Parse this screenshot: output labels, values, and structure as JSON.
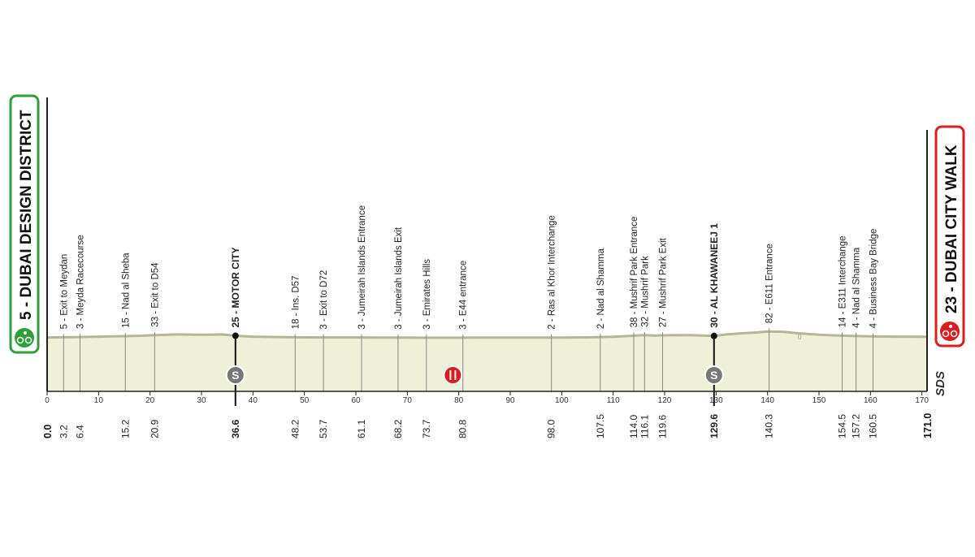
{
  "chart_data": {
    "type": "area",
    "title": "",
    "xlabel": "",
    "ylabel": "",
    "xlim": [
      0,
      171
    ],
    "x_ticks": [
      0,
      10,
      20,
      30,
      40,
      50,
      60,
      70,
      80,
      90,
      100,
      110,
      120,
      130,
      140,
      150,
      160,
      170
    ],
    "grid": true,
    "start": {
      "label": "5 - DUBAI DESIGN DISTRICT",
      "km": "0.0",
      "color": "#2e9e3b"
    },
    "finish": {
      "label": "23 - DUBAI CITY WALK",
      "km": "171.0",
      "color": "#d81e1e"
    },
    "profile": {
      "x": [
        0,
        5,
        10,
        15,
        18,
        21,
        25,
        30,
        34,
        36.6,
        40,
        45,
        50,
        55,
        60,
        65,
        70,
        75,
        80,
        85,
        90,
        95,
        100,
        105,
        110,
        113,
        116,
        118,
        121,
        125,
        129.6,
        132,
        135,
        138,
        140,
        143,
        146,
        150,
        155,
        160,
        165,
        171
      ],
      "y": [
        1,
        1.3,
        1.8,
        2.2,
        2.6,
        3.2,
        3.8,
        3.5,
        3.8,
        2.6,
        1.8,
        1.4,
        1.1,
        1.0,
        1.0,
        0.9,
        0.9,
        0.8,
        0.8,
        0.9,
        0.9,
        0.9,
        0.9,
        1.1,
        1.6,
        2.4,
        3.2,
        2.8,
        3.0,
        3.2,
        2.4,
        3.8,
        4.8,
        5.6,
        6.5,
        6.2,
        4.8,
        3.5,
        2.6,
        2.0,
        1.8,
        1.6
      ]
    },
    "waypoints": [
      {
        "label": "5 - Exit to Meydan",
        "km": "3.2"
      },
      {
        "label": "3 - Meyda Racecourse",
        "km": "6.4"
      },
      {
        "label": "15 - Nad al Sheba",
        "km": "15.2"
      },
      {
        "label": "33 - Exit to D54",
        "km": "20.9"
      },
      {
        "label": "25 - MOTOR CITY",
        "km": "36.6",
        "major": true
      },
      {
        "label": "18 - Ins. D57",
        "km": "48.2"
      },
      {
        "label": "3 - Exit to D72",
        "km": "53.7"
      },
      {
        "label": "3 - Jumeirah Islands Entrance",
        "km": "61.1"
      },
      {
        "label": "3 - Jumeirah Islands Exit",
        "km": "68.2"
      },
      {
        "label": "3 - Emirates Hills",
        "km": "73.7"
      },
      {
        "label": "3 - E44 entrance",
        "km": "80.8"
      },
      {
        "label": "2 - Ras al Khor Interchange",
        "km": "98.0"
      },
      {
        "label": "2 - Nad al Shamma",
        "km": "107.5"
      },
      {
        "label": "38 - Mushrif Park Entrance",
        "km": "114.0"
      },
      {
        "label": "32 - Mushrif Park",
        "km": "116.1"
      },
      {
        "label": "27 - Mushrif Park Exit",
        "km": "119.6"
      },
      {
        "label": "30 - AL KHAWANEEJ 1",
        "km": "129.6",
        "major": true
      },
      {
        "label": "82 - E611 Entrance",
        "km": "140.3"
      },
      {
        "label": "14 - E311 Interchange",
        "km": "154.5"
      },
      {
        "label": "4 - Nad al Shamma",
        "km": "157.2"
      },
      {
        "label": "4 - Business Bay Bridge",
        "km": "160.5"
      }
    ],
    "sprints": [
      {
        "km": 36.6,
        "icon": "sprint-icon",
        "symbol": "S"
      },
      {
        "km": 129.6,
        "icon": "sprint-icon",
        "symbol": "S"
      }
    ],
    "feed_zone": {
      "from": 77.5,
      "to": 80.2,
      "icon": "feed-zone-icon",
      "color": "#f0a77a"
    },
    "annotation_text": "0",
    "annotation_km": 143,
    "colors": {
      "profile_fill": "#eef0d8",
      "profile_line": "#b8b596",
      "grid": "#cfcfcf",
      "axis": "#222222"
    },
    "logo_text": "SDS"
  }
}
